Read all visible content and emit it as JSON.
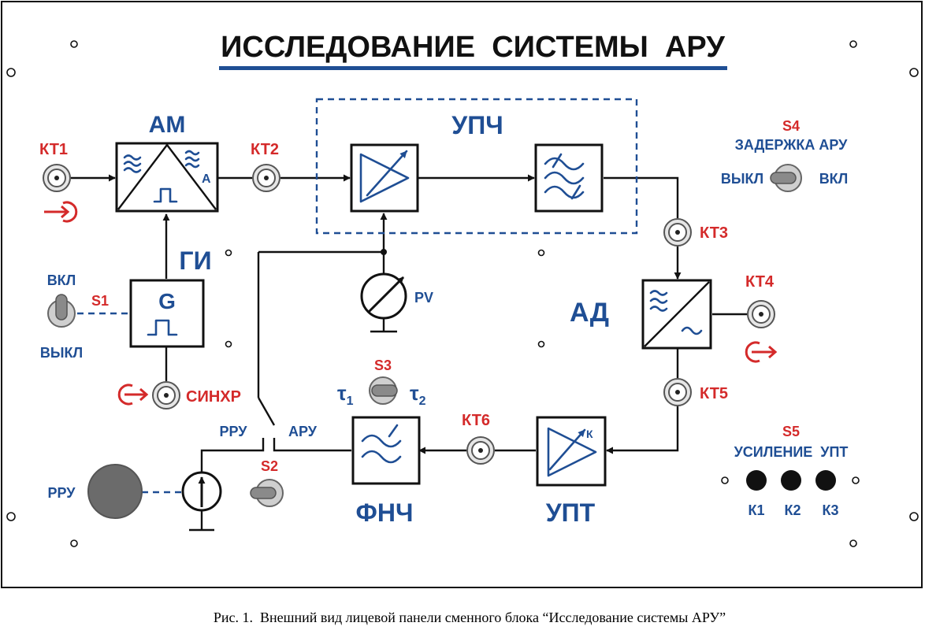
{
  "title": "ИССЛЕДОВАНИЕ  СИСТЕМЫ  АРУ",
  "caption": "Рис. 1.  Внешний вид лицевой панели сменного блока “Исследование системы АРУ”",
  "blocks": {
    "am": "АМ",
    "gi": "ГИ",
    "g_symbol": "G",
    "upch": "УПЧ",
    "ad": "АД",
    "fnch": "ФНЧ",
    "upt": "УПТ",
    "am_corner": "А",
    "upt_corner": "К",
    "pv": "PV"
  },
  "test_points": {
    "kt1": "КТ1",
    "kt2": "КТ2",
    "kt3": "КТ3",
    "kt4": "КТ4",
    "kt5": "КТ5",
    "kt6": "КТ6",
    "sync": "СИНХР"
  },
  "switches": {
    "s1": {
      "name": "S1",
      "on": "ВКЛ",
      "off": "ВЫКЛ"
    },
    "s2": {
      "name": "S2",
      "left": "РРУ",
      "right": "АРУ"
    },
    "s3": {
      "name": "S3",
      "tau1": "τ",
      "tau1_sub": "1",
      "tau2": "τ",
      "tau2_sub": "2"
    },
    "s4": {
      "name": "S4",
      "label": "ЗАДЕРЖКА АРУ",
      "off": "ВЫКЛ",
      "on": "ВКЛ"
    },
    "s5": {
      "name": "S5",
      "label": "УСИЛЕНИЕ  УПТ",
      "buttons": [
        "К1",
        "К2",
        "К3"
      ]
    }
  },
  "rru_knob": "РРУ",
  "colors": {
    "red": "#d42a2a",
    "blue": "#1f4e94",
    "black": "#111111"
  }
}
